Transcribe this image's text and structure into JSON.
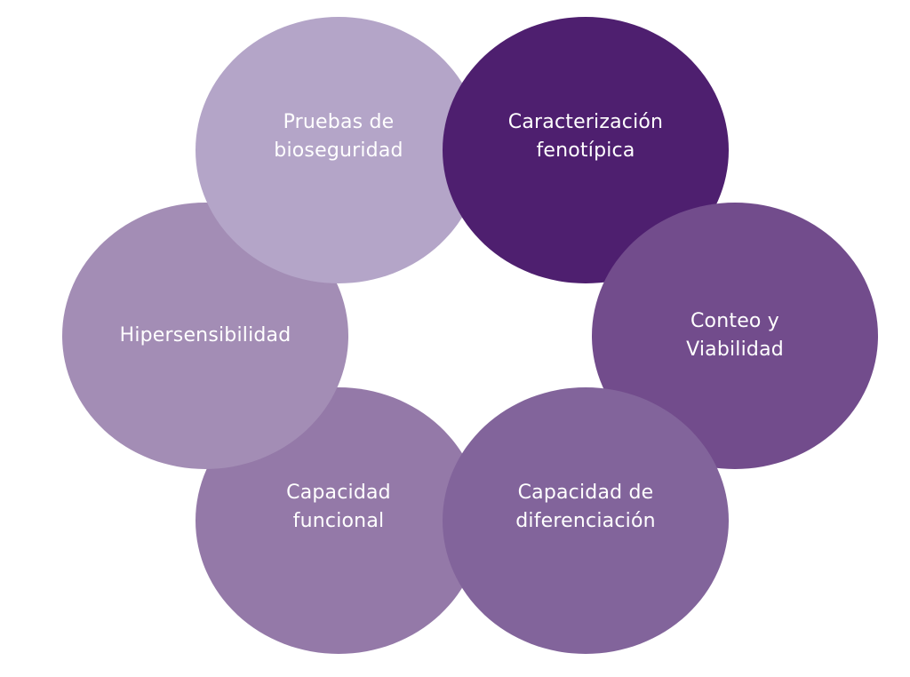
{
  "diagram": {
    "nodes": [
      {
        "id": "pruebas",
        "lines": [
          "Pruebas de",
          "bioseguridad"
        ],
        "color": "#b4a5c8"
      },
      {
        "id": "caract",
        "lines": [
          "Caracterización",
          "fenotípica"
        ],
        "color": "#4e1f6f"
      },
      {
        "id": "conteo",
        "lines": [
          "Conteo y",
          "Viabilidad"
        ],
        "color": "#724c8c"
      },
      {
        "id": "difer",
        "lines": [
          "Capacidad de",
          "diferenciación"
        ],
        "color": "#82649b"
      },
      {
        "id": "func",
        "lines": [
          "Capacidad",
          "funcional"
        ],
        "color": "#9479a8"
      },
      {
        "id": "hiper",
        "lines": [
          "Hipersensibilidad"
        ],
        "color": "#a38db5"
      }
    ]
  }
}
